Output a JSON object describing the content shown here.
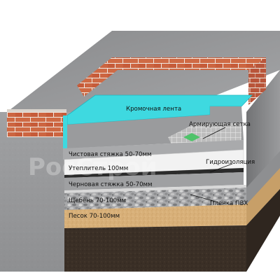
{
  "diagram": {
    "layers": [
      {
        "id": "edge_tape",
        "label": "Кромочная лента"
      },
      {
        "id": "reinforcing_mesh",
        "label": "Армирующая сетка"
      },
      {
        "id": "finish_screed",
        "label": "Чистовая стяжка 50-70мм"
      },
      {
        "id": "insulation",
        "label": "Утеплитель 100мм"
      },
      {
        "id": "waterproofing",
        "label": "Гидроизоляция"
      },
      {
        "id": "rough_screed",
        "label": "Черновая стяжка 50-70мм"
      },
      {
        "id": "pvc_film",
        "label": "Пленка ПВХ"
      },
      {
        "id": "gravel",
        "label": "Щебень 70-100мм"
      },
      {
        "id": "sand",
        "label": "Песок 70-100мм"
      }
    ],
    "watermark": "РосСтрой",
    "colors": {
      "concrete": "#8f9092",
      "brick": "#c9603e",
      "tape": "#3ed9e0",
      "insulation": "#f2f2f2",
      "sand": "#d9b27a",
      "soil": "#3a2f26"
    }
  }
}
